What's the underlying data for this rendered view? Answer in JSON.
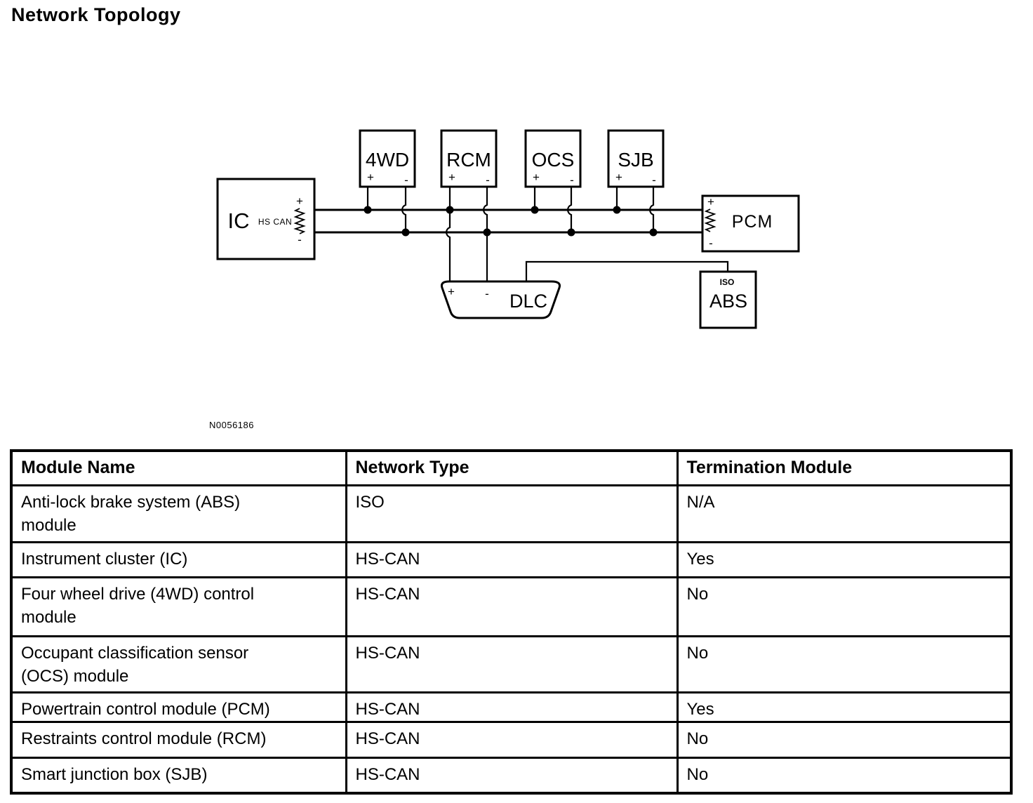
{
  "title": "Network Topology",
  "figure_ref": "N0056186",
  "diagram": {
    "ic": {
      "label": "IC",
      "bus_label": "HS CAN",
      "plus": "+",
      "minus": "-"
    },
    "fourwd": {
      "label": "4WD",
      "plus": "+",
      "minus": "-"
    },
    "rcm": {
      "label": "RCM",
      "plus": "+",
      "minus": "-"
    },
    "ocs": {
      "label": "OCS",
      "plus": "+",
      "minus": "-"
    },
    "sjb": {
      "label": "SJB",
      "plus": "+",
      "minus": "-"
    },
    "pcm": {
      "label": "PCM",
      "plus": "+",
      "minus": "-"
    },
    "dlc": {
      "label": "DLC",
      "plus": "+",
      "minus": "-"
    },
    "abs": {
      "label": "ABS",
      "network_label": "ISO"
    }
  },
  "table": {
    "headers": [
      "Module Name",
      "Network Type",
      "Termination Module"
    ],
    "rows": [
      {
        "module": "Anti-lock brake system (ABS)\nmodule",
        "network": "ISO",
        "termination": "N/A"
      },
      {
        "module": "Instrument cluster (IC)",
        "network": "HS-CAN",
        "termination": "Yes"
      },
      {
        "module": "Four wheel drive (4WD) control\nmodule",
        "network": "HS-CAN",
        "termination": "No"
      },
      {
        "module": "Occupant classification sensor\n(OCS) module",
        "network": "HS-CAN",
        "termination": "No"
      },
      {
        "module": "Powertrain control module (PCM)",
        "network": "HS-CAN",
        "termination": "Yes"
      },
      {
        "module": "Restraints control module (RCM)",
        "network": "HS-CAN",
        "termination": "No"
      },
      {
        "module": "Smart junction box (SJB)",
        "network": "HS-CAN",
        "termination": "No"
      }
    ]
  }
}
